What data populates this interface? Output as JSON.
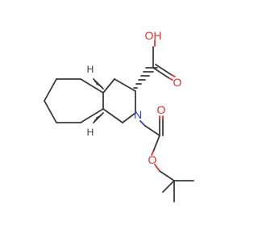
{
  "structure": {
    "atoms": {
      "carboxyl_oh": "OH",
      "carboxyl_o": "O",
      "ring_n": "N",
      "ester_o_carbonyl": "O",
      "ester_o_link": "O",
      "stereo_h_top": "H",
      "stereo_h_bottom": "H"
    },
    "colors": {
      "bond": "#3a3a3a",
      "oxygen": "#e0302a",
      "nitrogen": "#2c3fd6"
    }
  }
}
